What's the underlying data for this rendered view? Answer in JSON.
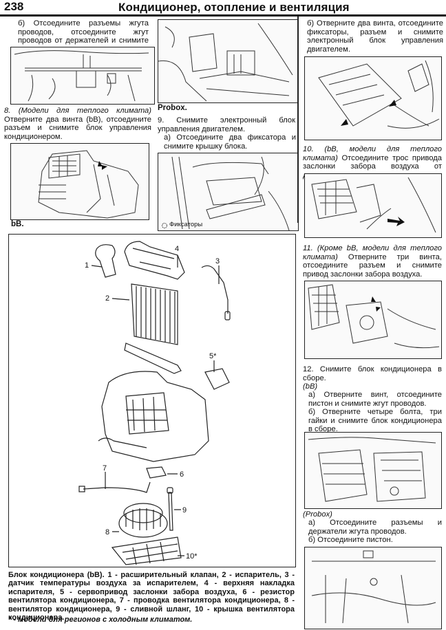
{
  "header": {
    "page_number": "238",
    "title": "Кондиционер, отопление и вентиляция"
  },
  "col1": {
    "step_b": "б) Отсоедините разъемы жгута проводов, отсоедините жгут проводов от держателей и снимите усилитель.",
    "step8_model": "8. (Модели для теплого климата)",
    "step8_text": "Отверните два винта (bB), отсоедините разъем и снимите блок управления кондиционером.",
    "fig_caption": "bB."
  },
  "col2": {
    "fig_caption": "Probox.",
    "step9": "9. Снимите электронный блок управления двигателем.",
    "step9_a": "а) Отсоедините два фиксатора и снимите крышку блока.",
    "fig_label": "Фиксаторы"
  },
  "col3": {
    "step_b": "б) Отверните два винта, отсоедините фиксаторы, разъем и снимите электронный блок управления двигателем.",
    "step10_model": "10. (bB, модели для теплого климата)",
    "step10_text": "Отсоедините трос привода заслонки забора воздуха от держателя.",
    "step11_model": "11. (Кроме bB, модели для теплого климата)",
    "step11_text": "Отверните три винта, отсоедините разъем и снимите привод заслонки забора воздуха.",
    "step12": "12. Снимите блок кондиционера в сборе.",
    "step12_bb": "(bB)",
    "step12_a": "а) Отверните винт, отсоедините пистон и снимите жгут проводов.",
    "step12_b": "б) Отверните четыре болта, три гайки и снимите блок кондиционера в сборе.",
    "probox": "(Probox)",
    "probox_a": "а) Отсоедините разъемы и держатели жгута проводов.",
    "probox_b": "б) Отсоедините пистон."
  },
  "diagram": {
    "labels": [
      "1",
      "2",
      "3",
      "4",
      "5*",
      "6",
      "7",
      "8",
      "9",
      "10*"
    ],
    "caption_title": "Блок кондиционера (bB).",
    "caption_body": "1 - расширительный клапан, 2 - испаритель, 3 - датчик температуры воздуха за испарителем, 4 - верхняя накладка испарителя, 5 - сервопривод заслонки забора воздуха, 6 - резистор вентилятора кондиционера, 7 - проводка вентилятора кондиционера, 8 - вентилятор кондиционера, 9 - сливной шланг, 10 - крышка вентилятора кондиционера.",
    "footnote": "* - модели для регионов с холодным климатом."
  }
}
